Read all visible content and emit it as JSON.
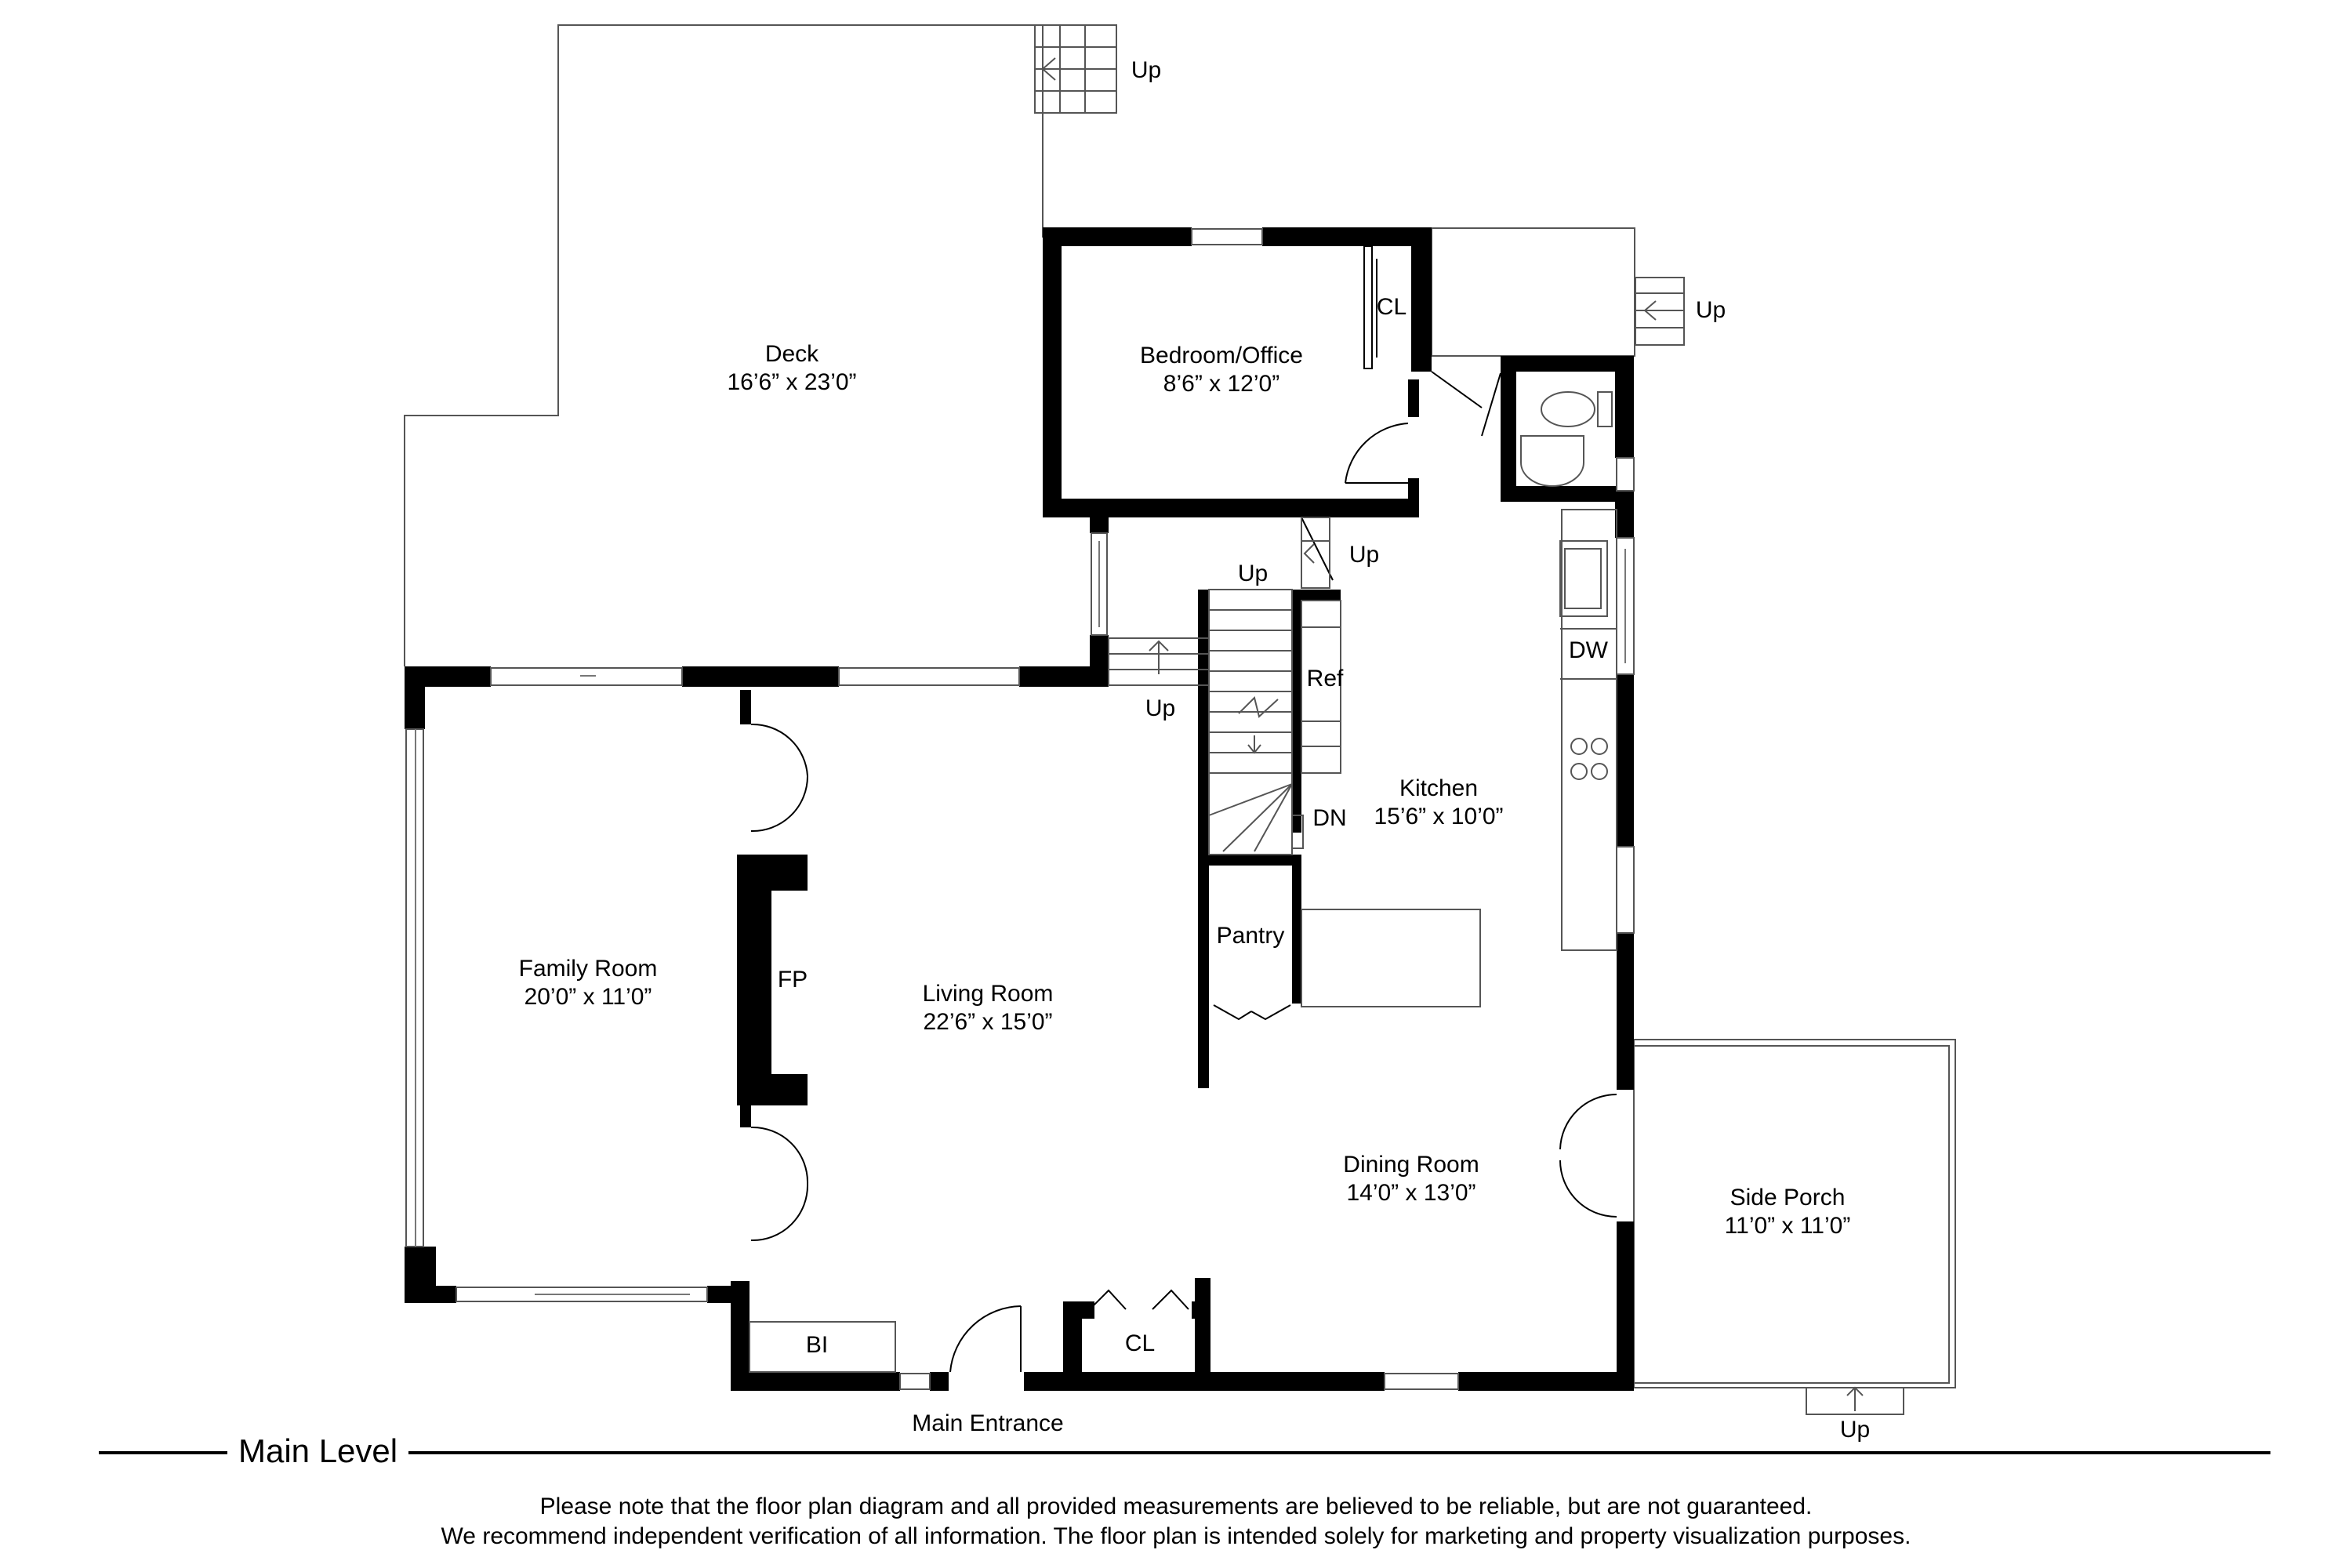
{
  "rooms": {
    "deck": {
      "name": "Deck",
      "size": "16’6” x 23’0”"
    },
    "bedroom": {
      "name": "Bedroom/Office",
      "size": "8’6” x 12’0”"
    },
    "kitchen": {
      "name": "Kitchen",
      "size": "15’6” x 10’0”"
    },
    "family": {
      "name": "Family Room",
      "size": "20’0” x 11’0”"
    },
    "living": {
      "name": "Living Room",
      "size": "22’6” x 15’0”"
    },
    "dining": {
      "name": "Dining Room",
      "size": "14’0” x 13’0”"
    },
    "porch": {
      "name": "Side Porch",
      "size": "11’0” x 11’0”"
    }
  },
  "fixtures": {
    "closet_bedroom": "CL",
    "closet_entry": "CL",
    "pantry": "Pantry",
    "refrigerator": "Ref",
    "dishwasher": "DW",
    "fireplace": "FP",
    "built_in": "BI",
    "down": "DN"
  },
  "stairs": {
    "deck_up": "Up",
    "rear_up": "Up",
    "landing_up": "Up",
    "main_stair_up": "Up",
    "lower_up": "Up",
    "porch_up": "Up"
  },
  "entrance": "Main Entrance",
  "level_title": "Main Level",
  "disclaimer": {
    "line1": "Please note that the floor plan diagram and all provided measurements are believed to be reliable, but are not guaranteed.",
    "line2": "We recommend independent verification of all information. The floor plan is intended solely for marketing and property visualization purposes."
  }
}
